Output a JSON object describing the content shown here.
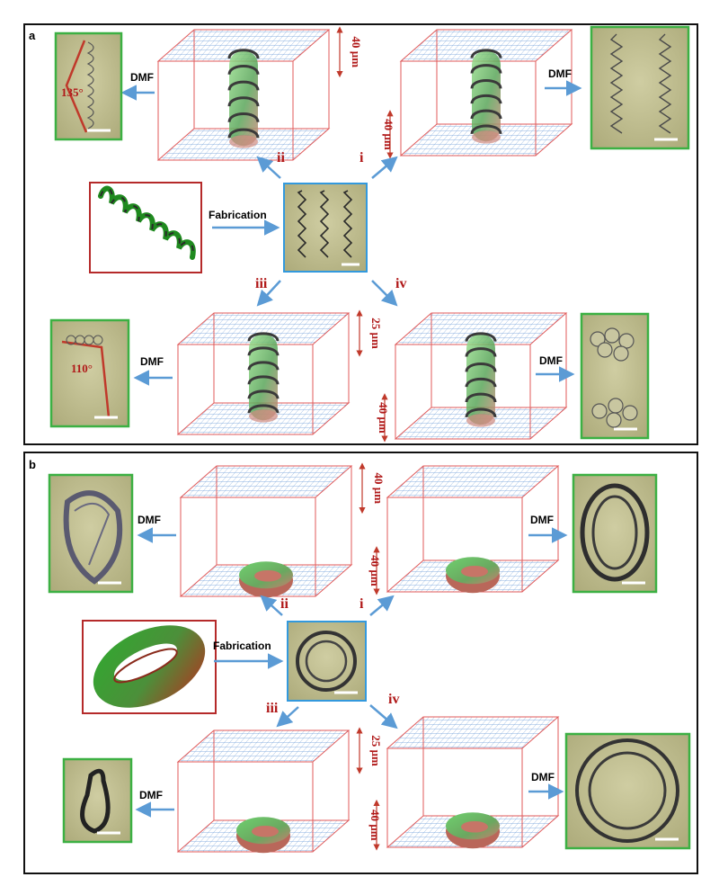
{
  "panels": [
    {
      "label": "a",
      "structure": "helix",
      "fabrication": "Fabrication",
      "center_image": "helical-microwires-micrograph",
      "branches": [
        {
          "roman": "ii",
          "spacer": "40 µm",
          "spacer_pos": "top",
          "output": "DMF",
          "angle": "135°"
        },
        {
          "roman": "i",
          "spacer": "40 µm",
          "spacer_pos": "bottom",
          "output": "DMF",
          "angle": ""
        },
        {
          "roman": "iii",
          "spacer": "25 µm",
          "spacer_pos": "top",
          "output": "DMF",
          "angle": "110°"
        },
        {
          "roman": "iv",
          "spacer": "40 µm",
          "spacer_pos": "bottom",
          "output": "DMF",
          "angle": ""
        }
      ]
    },
    {
      "label": "b",
      "structure": "torus",
      "fabrication": "Fabrication",
      "center_image": "ring-micrograph",
      "branches": [
        {
          "roman": "ii",
          "spacer": "40 µm",
          "spacer_pos": "top",
          "output": "DMF",
          "angle": ""
        },
        {
          "roman": "i",
          "spacer": "40 µm",
          "spacer_pos": "bottom",
          "output": "DMF",
          "angle": ""
        },
        {
          "roman": "iii",
          "spacer": "25 µm",
          "spacer_pos": "top",
          "output": "DMF",
          "angle": ""
        },
        {
          "roman": "iv",
          "spacer": "40 µm",
          "spacer_pos": "bottom",
          "output": "DMF",
          "angle": ""
        }
      ]
    }
  ],
  "colors": {
    "frame": "#111111",
    "box_edge": "#e05a5a",
    "mesh": "#6f9fd8",
    "arrow": "#5b9bd5",
    "roman": "#b01818",
    "micro_bg": "#bdbb8c",
    "micro_border": "#3cb043",
    "center_border": "#3399dd",
    "model_border": "#b52a2a"
  }
}
